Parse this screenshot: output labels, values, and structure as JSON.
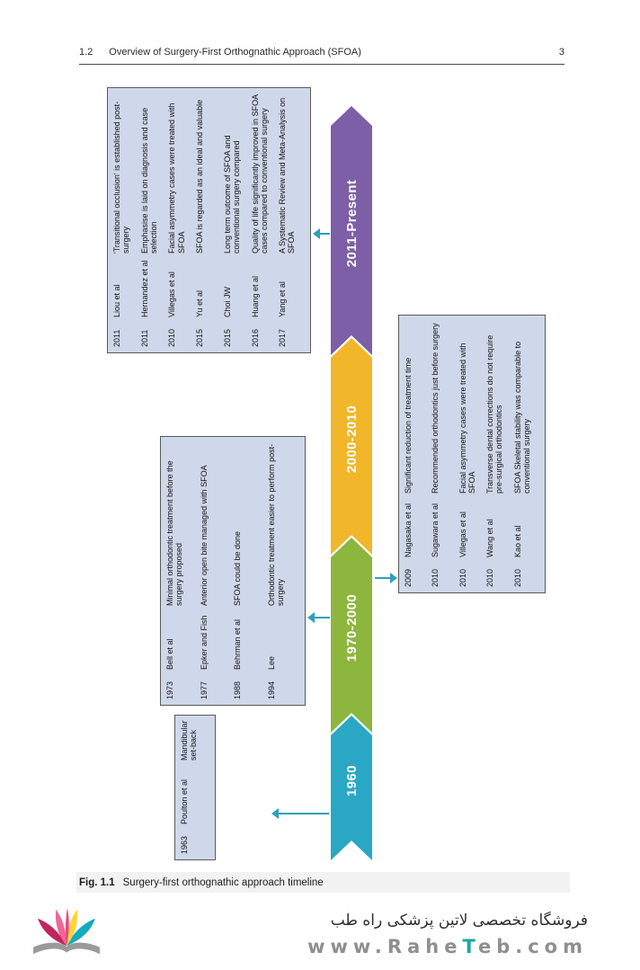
{
  "header": {
    "section": "1.2",
    "title": "Overview of Surgery-First Orthognathic Approach (SFOA)",
    "page_number": "3"
  },
  "figure": {
    "caption_label": "Fig. 1.1",
    "caption_text": "Surgery-first orthognathic approach timeline",
    "timeline": {
      "segments": [
        {
          "label": "1960",
          "color": "#2aa7c4"
        },
        {
          "label": "1970-2000",
          "color": "#8db63f"
        },
        {
          "label": "2000-2010",
          "color": "#f2b62b"
        },
        {
          "label": "2011-Present",
          "color": "#7c5fa6"
        }
      ],
      "arrow_color": "#2f9fbc",
      "box_fill": "#cfd8ea"
    },
    "boxes": {
      "b1960": {
        "entries": [
          {
            "year": "1963",
            "author": "Poulton et al",
            "desc": "Mandibular set-back"
          }
        ]
      },
      "b1970": {
        "entries": [
          {
            "year": "1973",
            "author": "Bell et al",
            "desc": "Minimal orthodontic treatment before the surgery proposed"
          },
          {
            "year": "1977",
            "author": "Epker and Fish",
            "desc": "Anterior open bite managed with SFOA"
          },
          {
            "year": "1988",
            "author": "Behrman et al",
            "desc": "SFOA could be done"
          },
          {
            "year": "1994",
            "author": "Lee",
            "desc": "Orthodontic treatment easier to perform post-surgery"
          }
        ]
      },
      "b2000": {
        "entries": [
          {
            "year": "2009",
            "author": "Nagasaka et al",
            "desc": "Significant reduction of treatment time"
          },
          {
            "year": "2010",
            "author": "Sugawara et al",
            "desc": "Recommended orthodontics just before surgery"
          },
          {
            "year": "2010",
            "author": "Villegas et al",
            "desc": "Facial asymmetry cases were treated with SFOA"
          },
          {
            "year": "2010",
            "author": "Wang et al",
            "desc": "Transverse dental corrections do not require pre-surgical orthodontics"
          },
          {
            "year": "2010",
            "author": "Kao et al",
            "desc": "SFOA Skeletal stability was comparable to conventional surgery"
          }
        ]
      },
      "b2011": {
        "entries": [
          {
            "year": "2011",
            "author": "Liou et al",
            "desc": "'Transitional occlusion' is established post-surgery"
          },
          {
            "year": "2011",
            "author": "Hernandez et al",
            "desc": "Emphasise is laid on diagnosis and case selection"
          },
          {
            "year": "2010",
            "author": "Villegas et al",
            "desc": "Facial asymmetry cases were treated with SFOA"
          },
          {
            "year": "2015",
            "author": "Yu et al",
            "desc": "SFOA is regarded as an ideal and valuable"
          },
          {
            "year": "2015",
            "author": "Choi JW",
            "desc": "Long term outcome of SFOA and conventional surgery compared"
          },
          {
            "year": "2016",
            "author": "Huang et al",
            "desc": "Quality of life significantly improved in SFOA cases compared to conventional surgery"
          },
          {
            "year": "2017",
            "author": "Yang et al",
            "desc": "A Systematic Review and Meta-Analysis on SFOA"
          }
        ]
      }
    }
  },
  "footer": {
    "brand_fa": "فروشگاه تخصصی لاتین پزشکی  راه طب",
    "url_pre": "www.Rahe",
    "url_accent": "T",
    "url_post": "eb.com"
  }
}
